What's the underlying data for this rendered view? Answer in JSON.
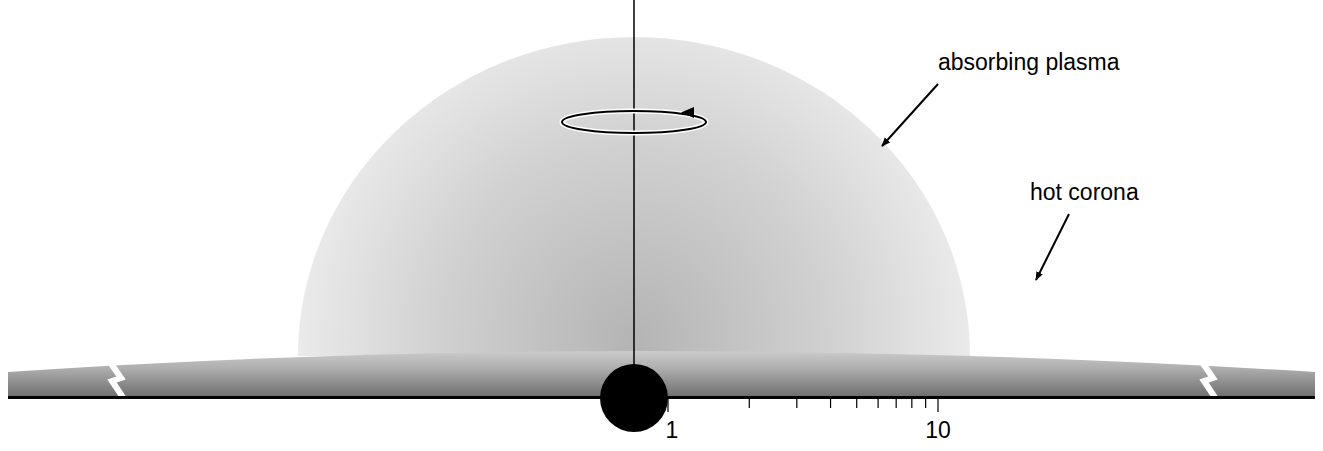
{
  "diagram": {
    "labels": [
      "absorbing plasma",
      "hot corona",
      "1",
      "10"
    ]
  }
}
